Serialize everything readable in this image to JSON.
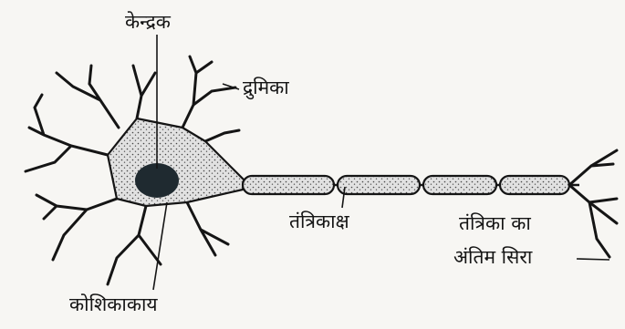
{
  "diagram": {
    "labels": {
      "nucleus": "केन्द्रक",
      "dendrite": "द्रुमिका",
      "axon": "तंत्रिकाक्ष",
      "terminal_line1": "तंत्रिका का",
      "terminal_line2": "अंतिम सिरा",
      "cell_body": "कोशिकाकाय"
    },
    "colors": {
      "ink": "#151515",
      "paper": "#f7f6f3",
      "cytoplasm": "#dcdcdc",
      "nucleus": "#1f2a30"
    }
  }
}
